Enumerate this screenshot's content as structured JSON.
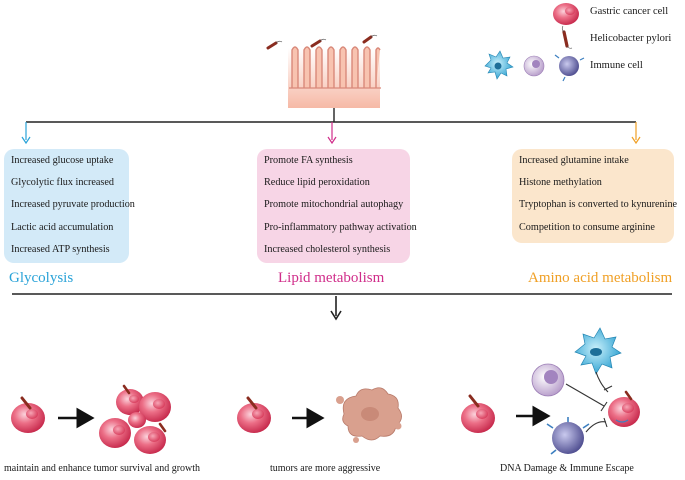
{
  "legend": {
    "gastric_cancer_cell": "Gastric cancer cell",
    "helicobacter_pylori": "Helicobacter pylori",
    "immune_cell": "Immune cell"
  },
  "categories": [
    {
      "title": "Glycolysis",
      "color": "#2aa3d8",
      "box_color": "#d3eaf8",
      "items": [
        "Increased glucose uptake",
        "Glycolytic flux increased",
        "Increased pyruvate production",
        "Lactic acid accumulation",
        "Increased ATP synthesis"
      ]
    },
    {
      "title": "Lipid metabolism",
      "color": "#d02d8a",
      "box_color": "#f7d5e6",
      "items": [
        "Promote FA synthesis",
        "Reduce lipid peroxidation",
        "Promote mitochondrial autophagy",
        "Pro-inflammatory pathway activation",
        "Increased cholesterol synthesis"
      ]
    },
    {
      "title": "Amino acid metabolism",
      "color": "#f0a026",
      "box_color": "#fbe6cc",
      "items": [
        "Increased glutamine intake",
        "Histone methylation",
        "Tryptophan is converted to kynurenine",
        "Competition to consume arginine"
      ]
    }
  ],
  "outcomes": [
    "maintain and enhance tumor survival and growth",
    "tumors are more aggressive",
    "DNA Damage & Immune Escape"
  ]
}
